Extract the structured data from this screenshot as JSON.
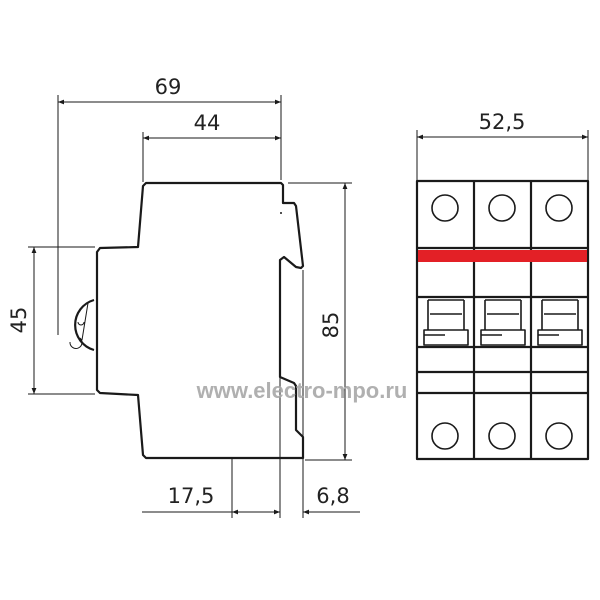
{
  "dimensions": {
    "overall_depth": "69",
    "front_depth": "44",
    "front_height": "45",
    "total_height": "85",
    "rail_offset": "17,5",
    "rail_depth": "6,8",
    "width": "52,5"
  },
  "watermark": "www.electro-mpo.ru",
  "colors": {
    "stripe": "#e32026",
    "line": "#1a1a1a"
  },
  "poles": 3
}
